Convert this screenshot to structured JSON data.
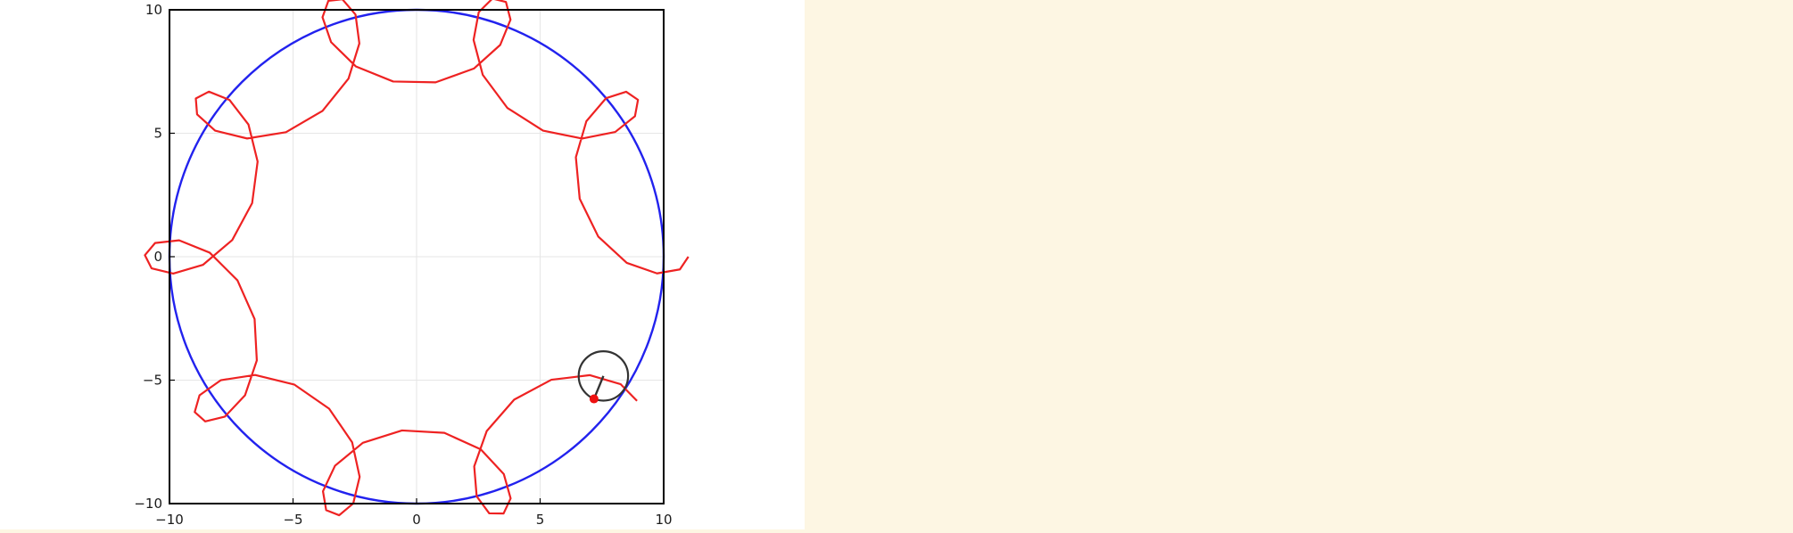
{
  "colors": {
    "background_right": "#fdf6e3",
    "frame": "#000000",
    "grid": "#e6e6e6",
    "fixed_circle": "#2222ee",
    "trace": "#ee2222",
    "rolling_circle": "#333333",
    "tracing_point": "#ee1111",
    "tick_text": "#1a1a1a"
  },
  "chart_data": {
    "type": "line",
    "title": "",
    "xlabel": "",
    "ylabel": "",
    "xlim": [
      -10,
      10
    ],
    "ylim": [
      -10,
      10
    ],
    "xticks": [
      -10,
      -5,
      0,
      5,
      10
    ],
    "yticks": [
      -10,
      -5,
      0,
      5,
      10
    ],
    "xtick_labels": [
      "−10",
      "−5",
      "0",
      "5",
      "10"
    ],
    "ytick_labels": [
      "−10",
      "−5",
      "0",
      "5",
      "10"
    ],
    "grid": true,
    "legend": "none",
    "aspect": "equal",
    "fixed_circle": {
      "center": [
        0,
        0
      ],
      "radius": 10
    },
    "rolling_circle": {
      "center": [
        7.56,
        -4.83
      ],
      "radius": 1.0
    },
    "rolling_arm": {
      "from": [
        7.56,
        -4.83
      ],
      "to": [
        7.18,
        -5.76
      ]
    },
    "tracing_point": [
      7.18,
      -5.76
    ],
    "trace": {
      "curve": "hypotrochoid",
      "R": 10,
      "r": 1,
      "d": 2,
      "t_start": 0,
      "t_end": 5.59,
      "samples": 87
    }
  }
}
